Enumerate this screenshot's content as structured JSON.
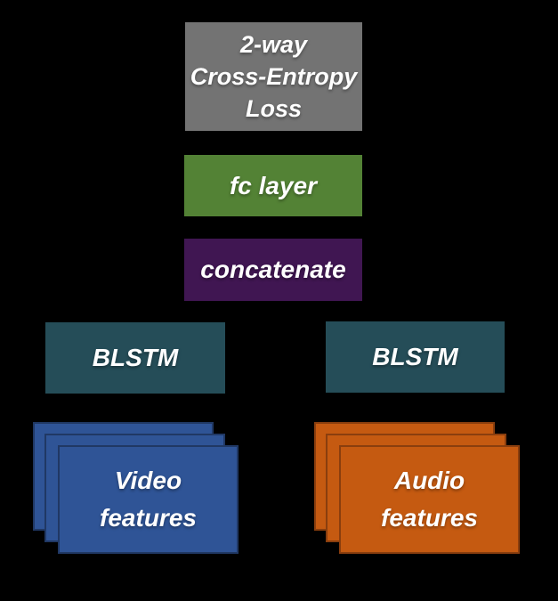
{
  "colors": {
    "background": "#000000",
    "text": "#FFFFFF",
    "loss-gray": "#737373",
    "fc-green": "#538235",
    "concat-purple": "#401652",
    "blstm-teal": "#254D58",
    "video-blue": "#2F5496",
    "video-blue-border": "#203864",
    "audio-orange": "#C55A11",
    "audio-orange-border": "#8A3E0E"
  },
  "diagram": {
    "loss": {
      "lines": [
        "2-way",
        "Cross-Entropy",
        "Loss"
      ]
    },
    "fc": {
      "label": "fc layer"
    },
    "concat": {
      "label": "concatenate"
    },
    "blstm_video": {
      "label": "BLSTM"
    },
    "blstm_audio": {
      "label": "BLSTM"
    },
    "video_features": {
      "lines": [
        "Video",
        "features"
      ],
      "stack_count": 3
    },
    "audio_features": {
      "lines": [
        "Audio",
        "features"
      ],
      "stack_count": 3
    }
  }
}
